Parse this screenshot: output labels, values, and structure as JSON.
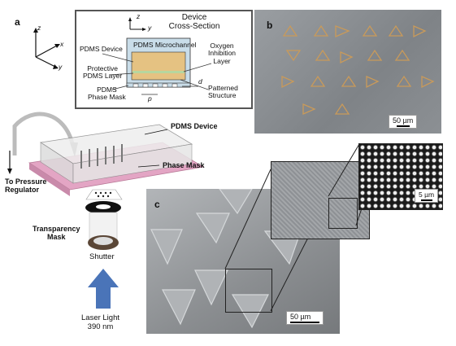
{
  "panel_a": {
    "letter": "a",
    "axes": {
      "z": "z",
      "x": "x",
      "y": "y"
    },
    "inset": {
      "axes": {
        "z": "z",
        "y": "y"
      },
      "title_line1": "Device",
      "title_line2": "Cross-Section",
      "pdms_device": "PDMS Device",
      "pdms_microchannel": "PDMS Microchannel",
      "oxygen_line1": "Oxygen",
      "oxygen_line2": "Inhibition",
      "oxygen_line3": "Layer",
      "protective_line1": "Protective",
      "protective_line2": "PDMS Layer",
      "phase_mask_line1": "PDMS",
      "phase_mask_line2": "Phase Mask",
      "patterned_line1": "Patterned",
      "patterned_line2": "Structure",
      "p_label": "p",
      "d_label": "d"
    },
    "pdms_device": "PDMS Device",
    "phase_mask": "Phase Mask",
    "pressure_line1": "To Pressure",
    "pressure_line2": "Regulator",
    "transparency_line1": "Transparency",
    "transparency_line2": "Mask",
    "shutter": "Shutter",
    "laser_line1": "Laser Light",
    "laser_line2": "390 nm"
  },
  "panel_b": {
    "letter": "b",
    "scale_bar": "50 µm"
  },
  "panel_c": {
    "letter": "c",
    "scale_bar": "50 µm",
    "zoom_scale_bar": "5 µm"
  },
  "colors": {
    "triangle_outline": "#c99a5a",
    "laser_arrow": "#4a74b8",
    "device_pink": "#e3a5c4",
    "microscope_gray": "#8f9397"
  }
}
